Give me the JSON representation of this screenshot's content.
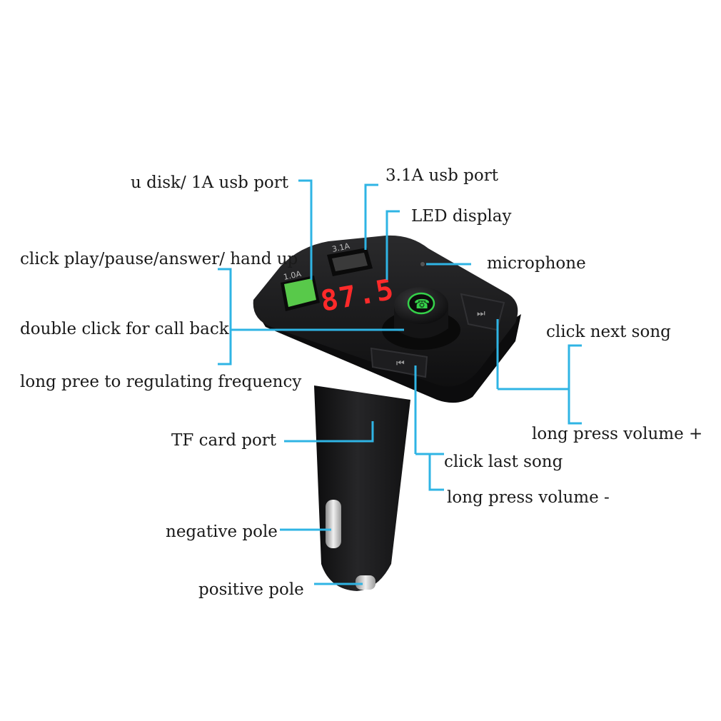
{
  "display": {
    "frequency_text": "87.5",
    "usb_left_rating": "1.0A",
    "usb_right_rating": "3.1A"
  },
  "labels": {
    "u_disk_port": "u disk/ 1A usb port",
    "usb_31a_port": "3.1A usb port",
    "led_display": "LED display",
    "microphone": "microphone",
    "click_play": "click play/pause/answer/ hand up",
    "double_click": "double click for call back",
    "long_press_frequency": "long pree to regulating frequency",
    "click_next_song": "click next song",
    "long_press_volume_up": "long press volume +",
    "tf_card_port": "TF card port",
    "click_last_song": "click last song",
    "long_press_volume_down": "long press volume -",
    "negative_pole": "negative pole",
    "positive_pole": "positive pole"
  },
  "colors": {
    "leader_line": "#2fb4e4",
    "device_body": "#1b1b1d",
    "led_red": "#ff2a2a",
    "usb_green": "#58c94a",
    "phone_icon_green": "#35d24a",
    "pin_silver": "#c8c8c8"
  },
  "icons": [
    "phone-icon",
    "next-track-icon",
    "previous-track-icon"
  ]
}
